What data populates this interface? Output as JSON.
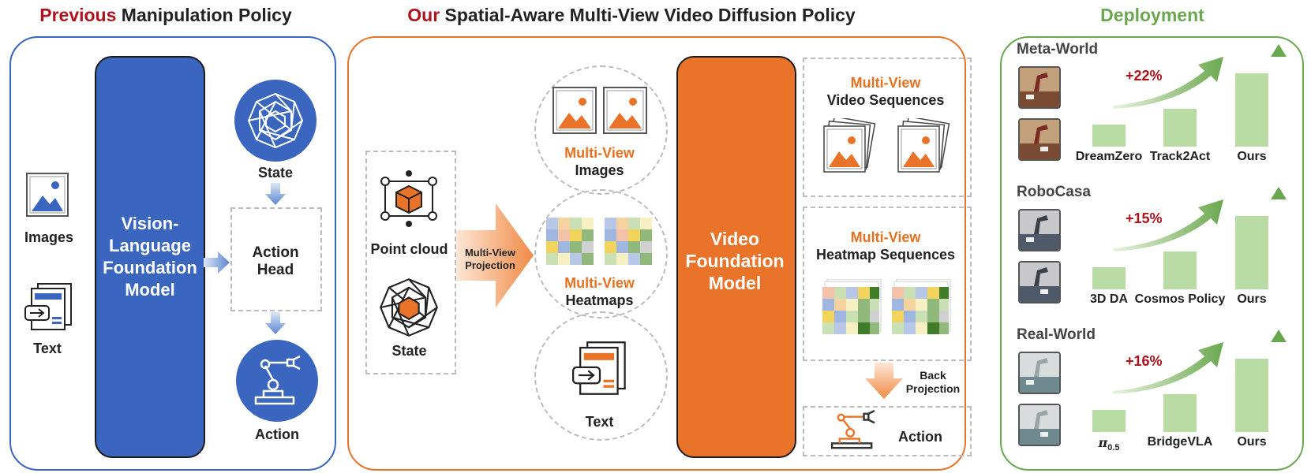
{
  "titles": {
    "left_prefix": "Previous",
    "left_rest": " Manipulation Policy",
    "middle_prefix": "Our",
    "middle_rest": " Spatial-Aware Multi-View Video Diffusion Policy",
    "right": "Deployment"
  },
  "left": {
    "images_label": "Images",
    "text_label": "Text",
    "vlm_label": "Vision-Language Foundation Model",
    "state_label": "State",
    "action_head_label": "Action Head",
    "action_label": "Action"
  },
  "middle": {
    "point_cloud_label": "Point cloud",
    "state_label": "State",
    "projection_label": "Multi-View Projection",
    "mv_prefix": "Multi-View",
    "images_label": "Images",
    "heatmaps_label": "Heatmaps",
    "text_label": "Text",
    "vfm_label": "Video Foundation Model",
    "video_seq_label": "Video Sequences",
    "heatmap_seq_label": "Heatmap Sequences",
    "back_projection_label": "Back Projection",
    "action_label": "Action"
  },
  "deployment": {
    "sections": [
      {
        "name": "Meta-World",
        "gain": "+22%",
        "categories": [
          "DreamZero",
          "Track2Act",
          "Ours"
        ],
        "relative_heights": [
          0.3,
          0.52,
          1.0
        ]
      },
      {
        "name": "RoboCasa",
        "gain": "+15%",
        "categories": [
          "3D DA",
          "Cosmos Policy",
          "Ours"
        ],
        "relative_heights": [
          0.3,
          0.52,
          1.0
        ]
      },
      {
        "name": "Real-World",
        "gain": "+16%",
        "categories": [
          "π0.5",
          "BridgeVLA",
          "Ours"
        ],
        "relative_heights": [
          0.3,
          0.52,
          1.0
        ]
      }
    ],
    "pi_symbol": "π",
    "pi_subscript": "0.5"
  },
  "colors": {
    "blue": "#3a66c0",
    "orange": "#ea732a",
    "green": "#6aa84f",
    "bar_green": "#b9dca5",
    "red": "#b0121b"
  }
}
